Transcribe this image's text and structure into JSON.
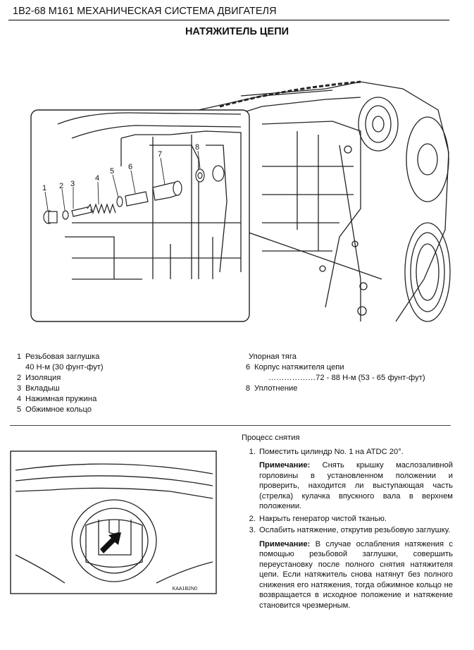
{
  "header": {
    "text": "1B2-68  M161 МЕХАНИЧЕСКАЯ СИСТЕМА ДВИГАТЕЛЯ"
  },
  "title": "НАТЯЖИТЕЛЬ ЦЕПИ",
  "figure": {
    "callouts": [
      "1",
      "2",
      "3",
      "4",
      "5",
      "6",
      "7",
      "8"
    ]
  },
  "legend_left": [
    {
      "num": "1",
      "text": "Резьбовая заглушка"
    },
    {
      "num": "",
      "text": "40 Н-м (30 фунт-фут)"
    },
    {
      "num": "2",
      "text": "Изоляция"
    },
    {
      "num": "3",
      "text": "Вкладыш"
    },
    {
      "num": "4",
      "text": "Нажимная пружина"
    },
    {
      "num": "5",
      "text": "Обжимное кольцо"
    }
  ],
  "legend_right": [
    {
      "num": "",
      "text": "Упорная тяга"
    },
    {
      "num": "6",
      "text": "Корпус натяжителя цепи"
    },
    {
      "num": "",
      "text": "………………72 - 88 Н-м (53 - 65 фунт-фут)"
    },
    {
      "num": "8",
      "text": "Уплотнение"
    }
  ],
  "small_figure": {
    "code": "KAA1B2N0"
  },
  "procedure": {
    "heading": "Процесс снятия",
    "step1": {
      "n": "1.",
      "text": "Поместить цилиндр No. 1 на ATDC 20°."
    },
    "note1": {
      "label": "Примечание:",
      "text": " Снять крышку маслозаливной горловины в установленном положении и проверить, находится ли выступающая часть (стрелка) кулачка впускного вала в верхнем положении."
    },
    "step2": {
      "n": "2.",
      "text": "Накрыть генератор чистой тканью."
    },
    "step3": {
      "n": "3.",
      "text": "Ослабить натяжение, открутив резьбовую заглушку."
    },
    "note2": {
      "label": "Примечание:",
      "text": " В случае ослабления натяжения с помощью резьбовой заглушки, совершить переустановку после полного снятия натяжителя цепи. Если натяжитель снова натянут без полного снижения его натяжения, тогда обжимное кольцо не возвращается в исходное положение и натяжение становится чрезмерным."
    }
  }
}
